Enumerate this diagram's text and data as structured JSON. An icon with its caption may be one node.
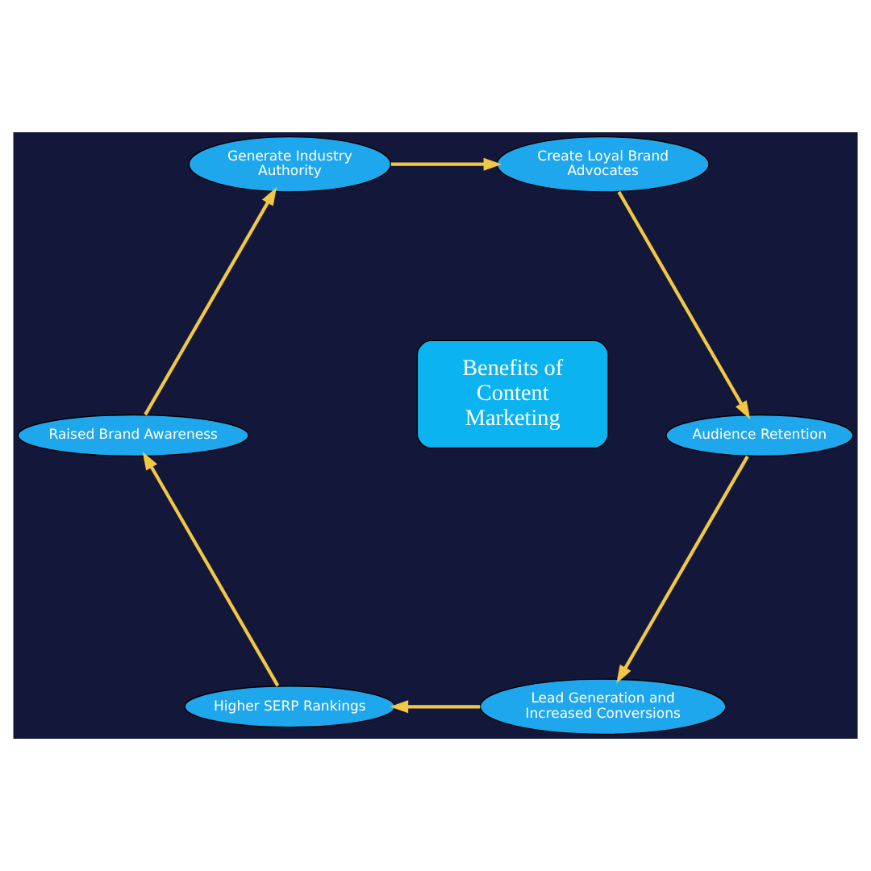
{
  "diagram": {
    "nodes": [
      {
        "text": [
          "Benefits of Content Marketing"
        ]
      },
      {
        "text": [
          "Lead Generation and Increased Conversions"
        ]
      },
      {
        "text": [
          "Higher SERP Rankings"
        ]
      },
      {
        "text": [
          "Raised Brand Awareness"
        ]
      },
      {
        "text": [
          "Generate Industry Authority"
        ]
      },
      {
        "text": [
          "Create Loyal Brand Advocates"
        ]
      },
      {
        "text": [
          "Audience Retention"
        ]
      }
    ],
    "edges": [
      {
        "from": 6,
        "to": 1,
        "arrow": "to"
      },
      {
        "from": 1,
        "to": 2,
        "arrow": "to"
      },
      {
        "from": 2,
        "to": 3,
        "arrow": "to"
      },
      {
        "from": 3,
        "to": 4,
        "arrow": "to"
      },
      {
        "from": 4,
        "to": 5,
        "arrow": "to"
      },
      {
        "from": 5,
        "to": 6,
        "arrow": "to"
      }
    ]
  }
}
